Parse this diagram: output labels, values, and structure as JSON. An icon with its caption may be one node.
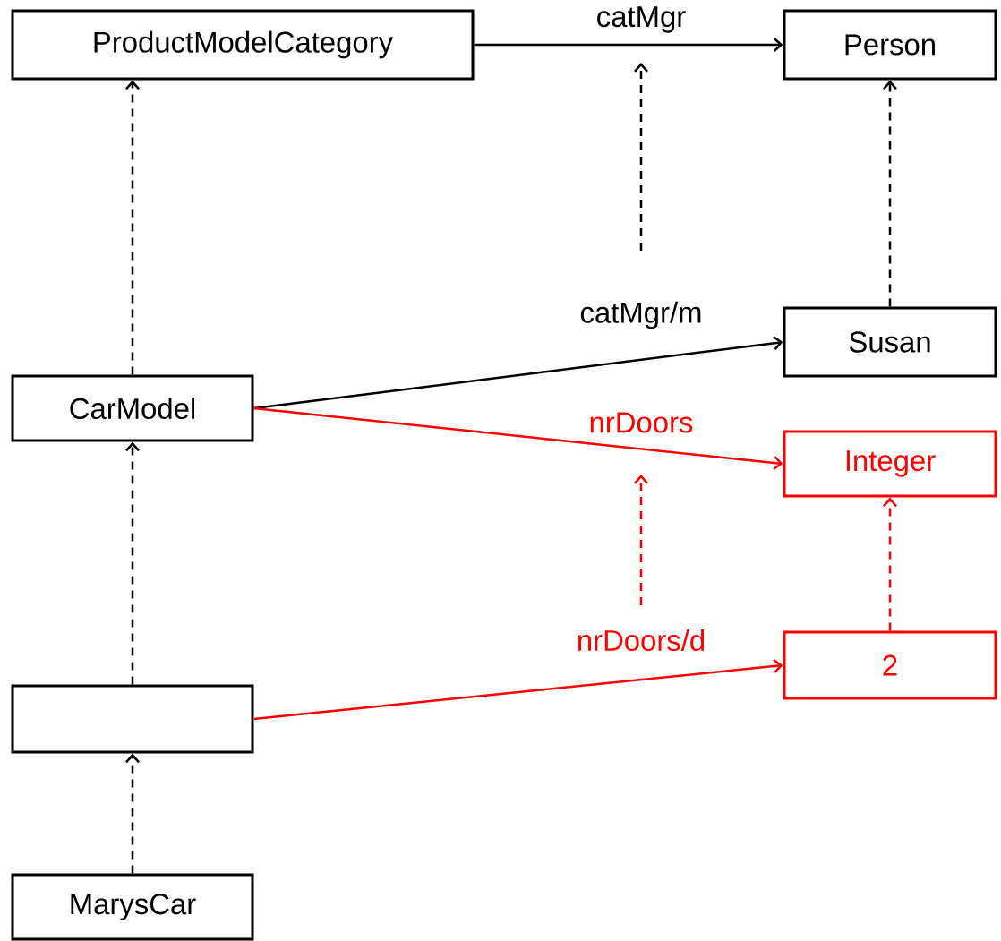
{
  "diagram": {
    "nodes": [
      {
        "text": [
          "ProductModelCategory"
        ]
      },
      {
        "text": [
          "Person"
        ]
      },
      {
        "text": [
          "Susan"
        ]
      },
      {
        "text": [
          "CarModel"
        ]
      },
      {
        "text": [
          "Integer"
        ]
      },
      {
        "text": [],
        "shape": "box"
      },
      {
        "text": [
          "2"
        ]
      },
      {
        "text": [
          "MarysCar"
        ]
      }
    ],
    "edges": [
      {
        "from": 0,
        "to": 1,
        "arrow": "to",
        "label": "catMgr"
      },
      {
        "from": 2,
        "to": 1,
        "arrow": "to",
        "style": "dashed"
      },
      {
        "from": 3,
        "to": 0,
        "arrow": "to",
        "style": "dashed"
      },
      {
        "from": 3,
        "to": 2,
        "arrow": "to",
        "label": "catMgr/m"
      },
      {
        "from": 3,
        "to": 4,
        "arrow": "to",
        "label": "nrDoors",
        "color": "#ff0000"
      },
      {
        "from": 6,
        "to": 4,
        "arrow": "to",
        "style": "dashed",
        "color": "#ff0000"
      },
      {
        "from": 5,
        "to": 3,
        "arrow": "to",
        "style": "dashed"
      },
      {
        "from": 5,
        "to": 6,
        "arrow": "to",
        "label": "nrDoors/d",
        "color": "#ff0000"
      },
      {
        "from": 7,
        "to": 5,
        "arrow": "to",
        "style": "dashed"
      }
    ]
  }
}
